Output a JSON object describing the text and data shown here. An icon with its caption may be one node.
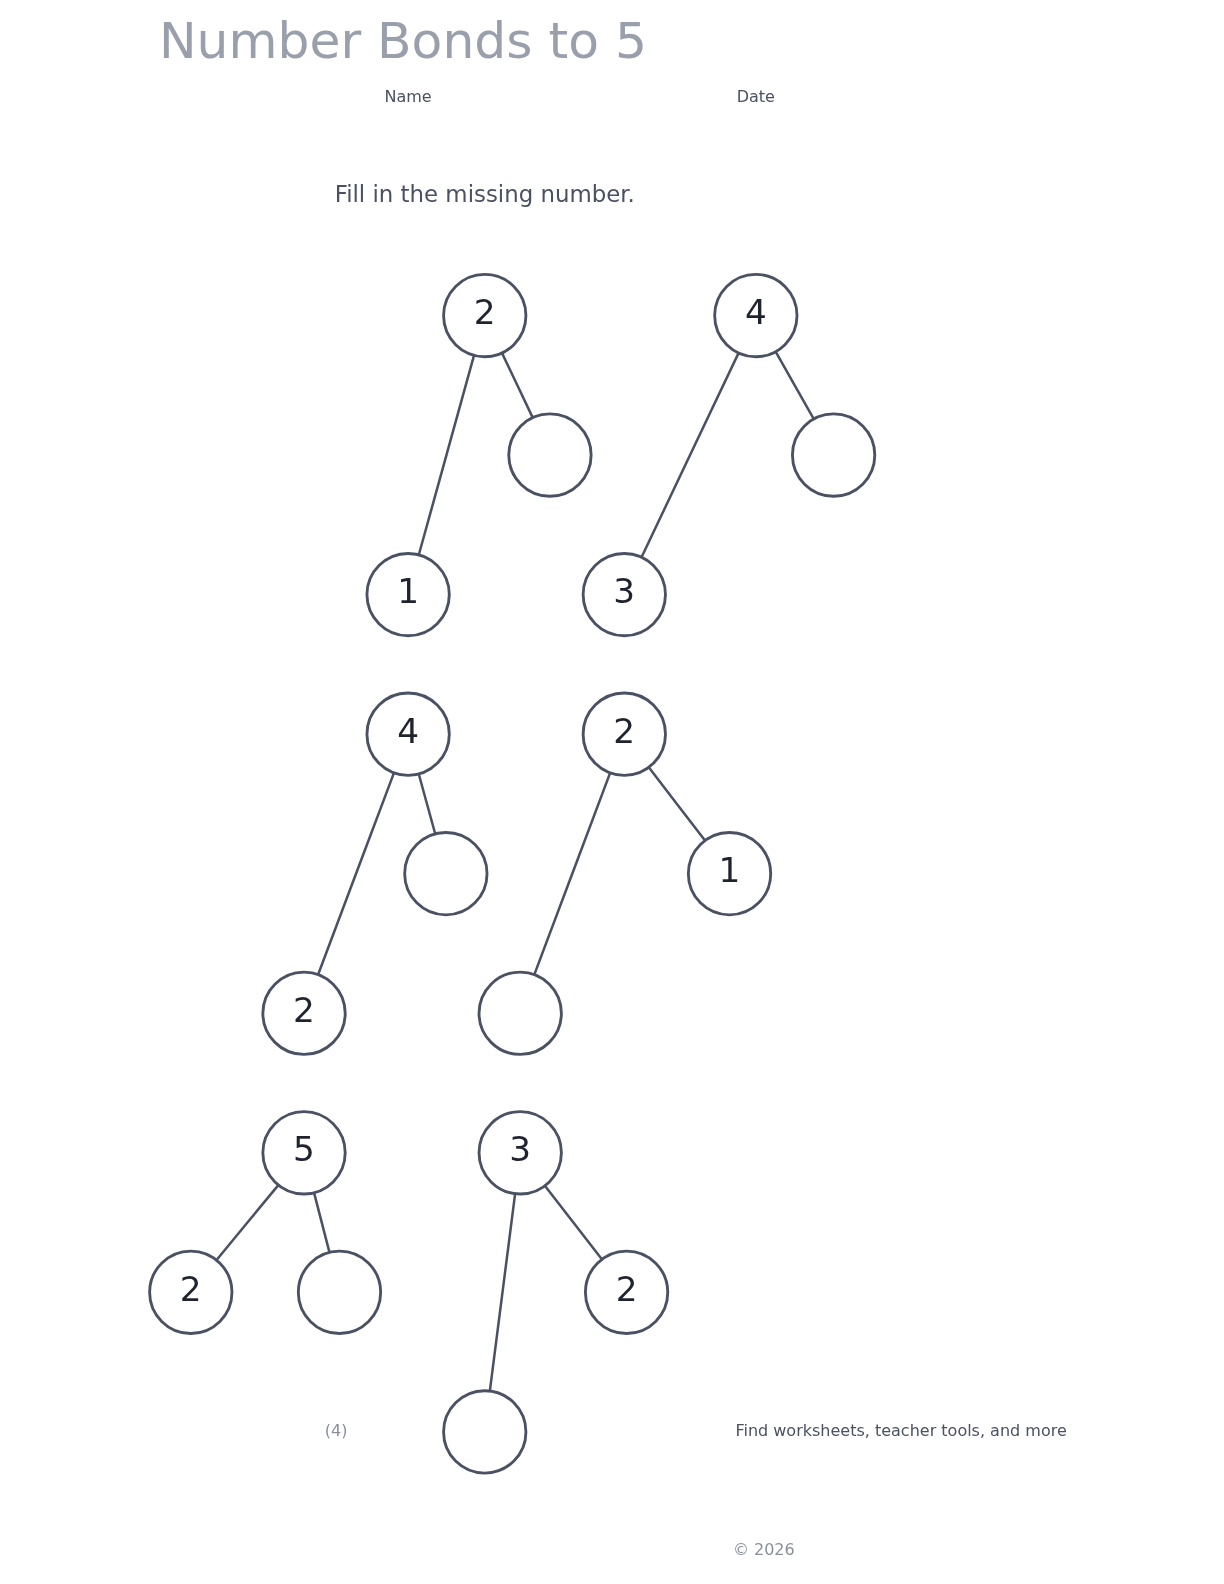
{
  "diagram": {
    "title": "Number Bonds to 5",
    "nodes": [
      {
        "text": [
          "2"
        ]
      },
      {
        "text": [
          "1"
        ]
      },
      {
        "text": [],
        "shape": "circle"
      },
      {
        "text": [
          "4"
        ]
      },
      {
        "text": [
          "3"
        ]
      },
      {
        "text": [],
        "shape": "circle"
      },
      {
        "text": [
          "4"
        ]
      },
      {
        "text": [
          "2"
        ]
      },
      {
        "text": [],
        "shape": "circle"
      },
      {
        "text": [
          "2"
        ]
      },
      {
        "text": [],
        "shape": "circle"
      },
      {
        "text": [
          "1"
        ]
      },
      {
        "text": [
          "5"
        ]
      },
      {
        "text": [
          "2"
        ]
      },
      {
        "text": [],
        "shape": "circle"
      },
      {
        "text": [
          "3"
        ]
      },
      {
        "text": [],
        "shape": "circle"
      },
      {
        "text": [
          "2"
        ]
      }
    ],
    "edges": [
      {
        "from": 0,
        "to": 1,
        "arrow": "none"
      },
      {
        "from": 0,
        "to": 2,
        "arrow": "none"
      },
      {
        "from": 3,
        "to": 4,
        "arrow": "none"
      },
      {
        "from": 3,
        "to": 5,
        "arrow": "none"
      },
      {
        "from": 6,
        "to": 7,
        "arrow": "none"
      },
      {
        "from": 6,
        "to": 8,
        "arrow": "none"
      },
      {
        "from": 9,
        "to": 10,
        "arrow": "none"
      },
      {
        "from": 9,
        "to": 11,
        "arrow": "none"
      },
      {
        "from": 12,
        "to": 13,
        "arrow": "none"
      },
      {
        "from": 12,
        "to": 14,
        "arrow": "none"
      },
      {
        "from": 15,
        "to": 16,
        "arrow": "none"
      },
      {
        "from": 15,
        "to": 17,
        "arrow": "none"
      }
    ],
    "labels": [
      "Name",
      "Date",
      "Fill in the missing number.",
      "Find worksheets, teacher tools, and more",
      "© 2026",
      "(4)"
    ]
  }
}
